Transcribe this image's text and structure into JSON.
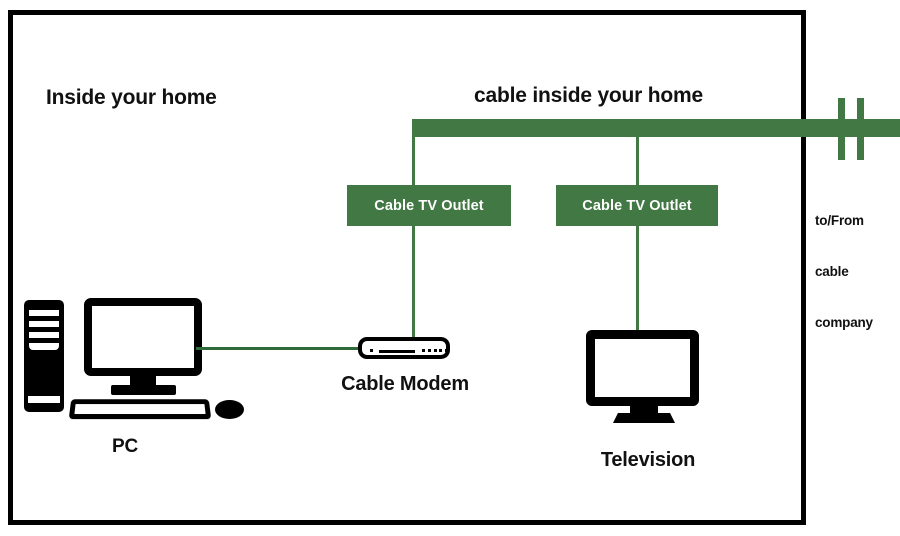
{
  "diagram": {
    "title_left": "Inside your home",
    "title_right": "cable inside your home",
    "frame_label": "home-boundary",
    "colors": {
      "cable_green": "#417844",
      "outline_black": "#000000",
      "background": "#ffffff",
      "outlet_text": "#ffffff"
    }
  },
  "cable_company": {
    "label_line_1": "to/From",
    "label_line_2": "cable",
    "label_line_3": "company",
    "label_full": "to/From cable company"
  },
  "outlets": [
    {
      "label": "Cable TV Outlet",
      "feeds": "Cable Modem"
    },
    {
      "label": "Cable TV Outlet",
      "feeds": "Television"
    }
  ],
  "devices": [
    {
      "name": "PC",
      "label": "PC",
      "icon": "desktop-computer-icon"
    },
    {
      "name": "Cable Modem",
      "label": "Cable Modem",
      "icon": "modem-icon"
    },
    {
      "name": "Television",
      "label": "Television",
      "icon": "television-icon"
    }
  ],
  "connections": [
    {
      "from": "cable company",
      "to": "cable inside your home"
    },
    {
      "from": "cable inside your home",
      "to": "Cable TV Outlet 1"
    },
    {
      "from": "cable inside your home",
      "to": "Cable TV Outlet 2"
    },
    {
      "from": "Cable TV Outlet 1",
      "to": "Cable Modem"
    },
    {
      "from": "Cable Modem",
      "to": "PC"
    },
    {
      "from": "Cable TV Outlet 2",
      "to": "Television"
    }
  ]
}
